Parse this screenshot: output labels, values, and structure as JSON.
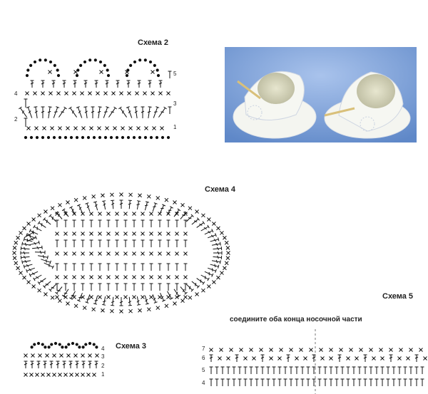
{
  "scheme2": {
    "title": "Схема 2",
    "rows_left": [
      "4",
      "2"
    ],
    "rows_right": [
      "5",
      "3",
      "1"
    ]
  },
  "scheme3": {
    "title": "Схема 3",
    "rows": [
      "4",
      "3",
      "2",
      "1"
    ]
  },
  "scheme4": {
    "title": "Схема 4"
  },
  "scheme5": {
    "title": "Схема 5",
    "note": "соедините оба конца носочной части",
    "rows": [
      "7",
      "6",
      "5",
      "4"
    ]
  },
  "photo": {
    "subject": "crocheted baby booties",
    "bg_color": "#7aa0d8",
    "yarn_color": "#f4f5f0",
    "ribbon_color": "#d9c07a"
  }
}
